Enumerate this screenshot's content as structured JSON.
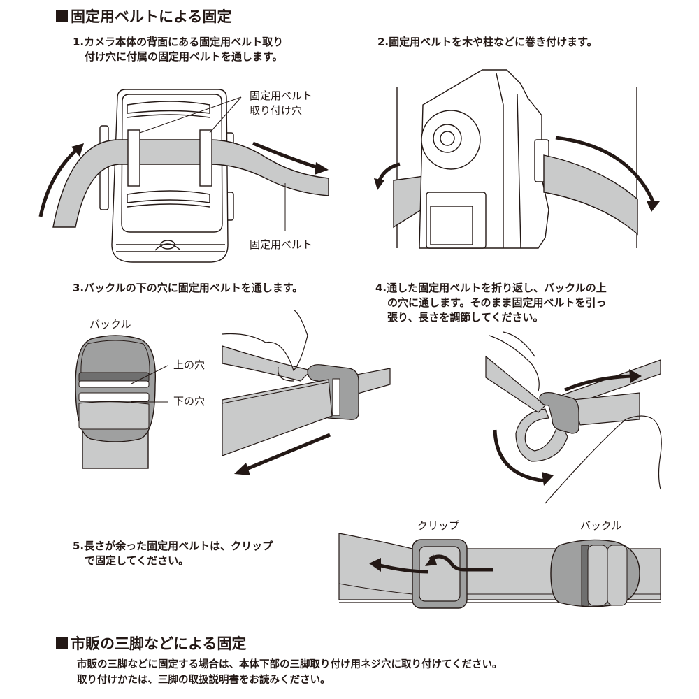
{
  "section1": {
    "title": "固定用ベルトによる固定",
    "steps": [
      {
        "number": "1.",
        "lines": [
          "カメラ本体の背面にある固定用ベルト取り",
          "付け穴に付属の固定用ベルトを通します。"
        ]
      },
      {
        "number": "2.",
        "lines": [
          "固定用ベルトを木や柱などに巻き付けます。"
        ]
      },
      {
        "number": "3.",
        "lines": [
          "バックルの下の穴に固定用ベルトを通します。"
        ]
      },
      {
        "number": "4.",
        "lines": [
          "通した固定用ベルトを折り返し、バックルの上",
          "の穴に通します。そのまま固定用ベルトを引っ",
          "張り、長さを調節してください。"
        ]
      },
      {
        "number": "5.",
        "lines": [
          "長さが余った固定用ベルトは、クリップ",
          "で固定してください。"
        ]
      }
    ],
    "figure1": {
      "callout_hole": [
        "固定用ベルト",
        "取り付け穴"
      ],
      "callout_belt": "固定用ベルト"
    },
    "figure3": {
      "buckle_label": "バックル",
      "upper_hole": "上の穴",
      "lower_hole": "下の穴"
    },
    "figure5": {
      "clip_label": "クリップ",
      "buckle_label": "バックル"
    }
  },
  "section2": {
    "title": "市販の三脚などによる固定",
    "lines": [
      "市販の三脚などに固定する場合は、本体下部の三脚取り付け用ネジ穴に取り付けてください。",
      "取り付けかたは、三脚の取扱説明書をお読みください。"
    ]
  },
  "colors": {
    "ink": "#231815",
    "belt_gray": "#c9caca",
    "buckle_gray": "#9fa0a0",
    "dark_gray": "#6f6f6f"
  }
}
